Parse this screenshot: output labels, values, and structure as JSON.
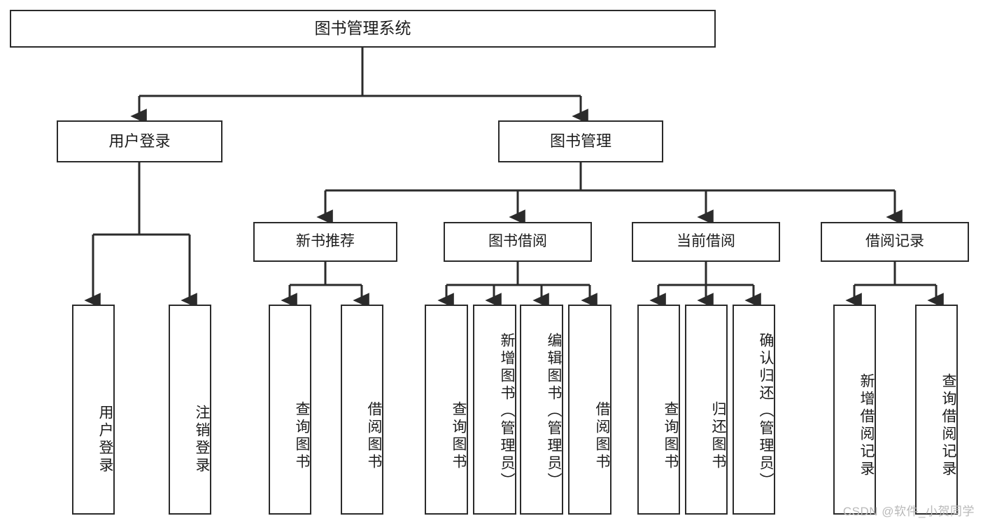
{
  "diagram": {
    "title": "图书管理系统",
    "type": "tree-hierarchy",
    "watermark": "CSDN @软件_小贺同学",
    "colors": {
      "box_border": "#2b2b2b",
      "box_fill": "#ffffff",
      "edge": "#2b2b2b",
      "text": "#1c1c1c",
      "watermark": "#b9b9b9",
      "background": "#ffffff"
    },
    "root": {
      "label": "图书管理系统"
    },
    "level2": [
      {
        "id": "user-login",
        "label": "用户登录"
      },
      {
        "id": "book-manage",
        "label": "图书管理"
      }
    ],
    "level3": [
      {
        "id": "new-book-recommend",
        "label": "新书推荐",
        "parent": "book-manage"
      },
      {
        "id": "book-borrow",
        "label": "图书借阅",
        "parent": "book-manage"
      },
      {
        "id": "current-borrow",
        "label": "当前借阅",
        "parent": "book-manage"
      },
      {
        "id": "borrow-record",
        "label": "借阅记录",
        "parent": "book-manage"
      }
    ],
    "leaves": {
      "user-login": [
        {
          "id": "leaf-user-login",
          "label": "用户登录"
        },
        {
          "id": "leaf-user-logout",
          "label": "注销登录"
        }
      ],
      "new-book-recommend": [
        {
          "id": "leaf-query-book-1",
          "label": "查询图书"
        },
        {
          "id": "leaf-borrow-book-1",
          "label": "借阅图书"
        }
      ],
      "book-borrow": [
        {
          "id": "leaf-query-book-2",
          "label": "查询图书"
        },
        {
          "id": "leaf-add-book",
          "label": "新增图书（管理员）"
        },
        {
          "id": "leaf-edit-book",
          "label": "编辑图书（管理员）"
        },
        {
          "id": "leaf-borrow-book-2",
          "label": "借阅图书"
        }
      ],
      "current-borrow": [
        {
          "id": "leaf-query-book-3",
          "label": "查询图书"
        },
        {
          "id": "leaf-return-book",
          "label": "归还图书"
        },
        {
          "id": "leaf-confirm-return",
          "label": "确认归还（管理员）"
        }
      ],
      "borrow-record": [
        {
          "id": "leaf-add-record",
          "label": "新增借阅记录"
        },
        {
          "id": "leaf-query-record",
          "label": "查询借阅记录"
        }
      ]
    }
  }
}
